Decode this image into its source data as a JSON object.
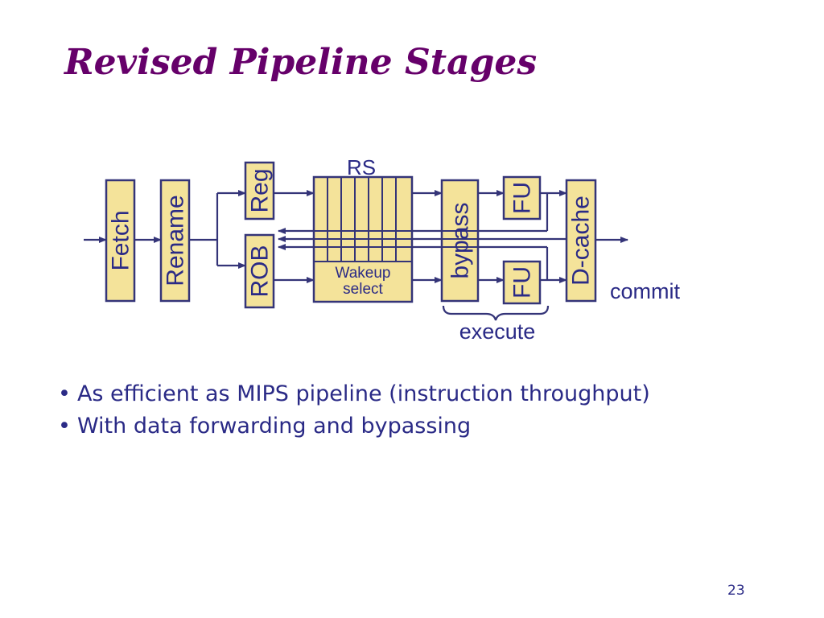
{
  "slide": {
    "title": "Revised Pipeline Stages",
    "page_number": "23"
  },
  "diagram": {
    "stages": {
      "fetch": "Fetch",
      "rename": "Rename",
      "reg": "Reg",
      "rob": "ROB",
      "bypass": "bypass",
      "fu_top": "FU",
      "fu_bottom": "FU",
      "dcache": "D-cache"
    },
    "rs_label": "RS",
    "wakeup_line1": "Wakeup",
    "wakeup_line2": "select",
    "commit_label": "commit",
    "execute_label": "execute"
  },
  "bullets": [
    "As efficient as MIPS pipeline (instruction throughput)",
    "With data forwarding and bypassing"
  ],
  "colors": {
    "title": "#66006a",
    "text": "#2a2a86",
    "box_fill": "#f4e39a",
    "line": "#343478"
  }
}
